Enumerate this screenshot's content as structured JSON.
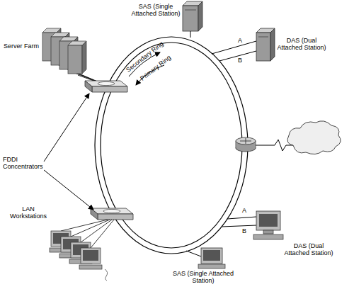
{
  "diagram": {
    "nodes": [
      {
        "text": [
          "SAS (Single Attached Station)"
        ]
      },
      {
        "text": [
          "Server Farm"
        ]
      },
      {
        "text": [
          "DAS (Dual Attached Station)"
        ]
      },
      {
        "text": [
          "LAN Workstations"
        ]
      },
      {
        "text": [
          "DAS (Dual Attached Station)"
        ]
      },
      {
        "text": [
          "SAS (Single Attached Station)"
        ]
      }
    ],
    "labels": [
      "Secondary Ring",
      "Primary Ring",
      "A",
      "B",
      "FDDI Concentrators",
      "A",
      "B"
    ]
  }
}
